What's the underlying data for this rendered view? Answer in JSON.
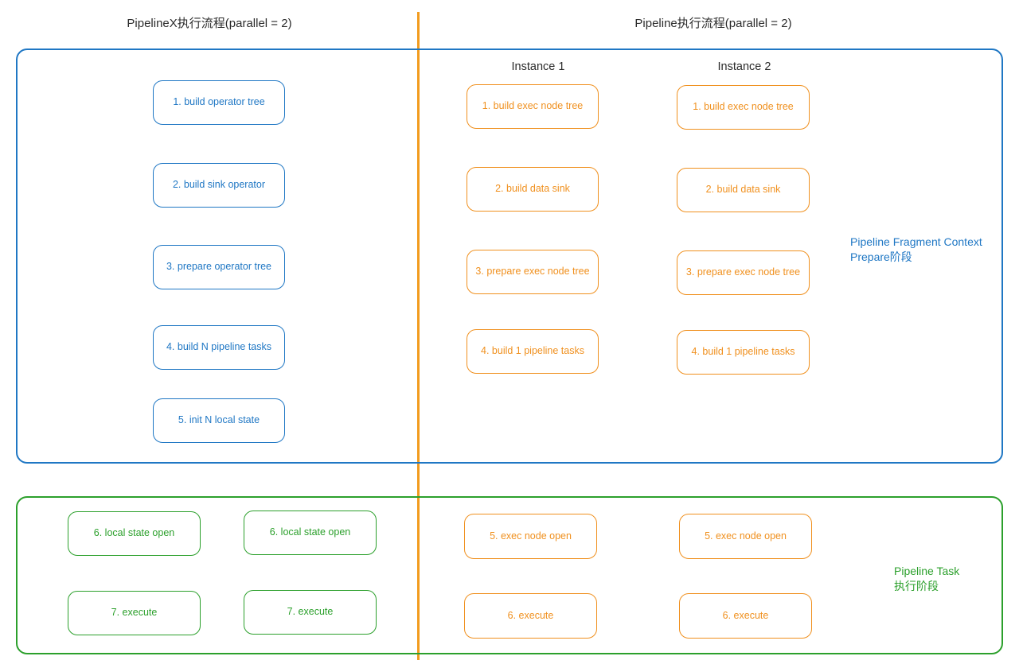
{
  "diagram": {
    "titles": {
      "left": "PipelineX执行流程(parallel = 2)",
      "right": "Pipeline执行流程(parallel = 2)"
    },
    "instance_headers": {
      "instance1": "Instance 1",
      "instance2": "Instance 2"
    },
    "stage_labels": {
      "prepare": "Pipeline Fragment Context\nPrepare阶段",
      "task": "Pipeline Task\n执行阶段"
    },
    "colors": {
      "blue": "#1f77c4",
      "orange": "#f0901e",
      "divider_orange": "#f29c1f",
      "green": "#2ca02c",
      "text": "#2b2b2b",
      "background": "#ffffff"
    },
    "prepare_stage": {
      "pipelinex_steps": [
        "1. build operator tree",
        "2. build sink operator",
        "3. prepare operator tree",
        "4. build N pipeline tasks",
        "5. init N local state"
      ],
      "pipeline_instance1_steps": [
        "1. build exec node tree",
        "2. build data sink",
        "3. prepare exec node tree",
        "4. build 1 pipeline tasks"
      ],
      "pipeline_instance2_steps": [
        "1. build exec node tree",
        "2. build data sink",
        "3. prepare exec node tree",
        "4. build 1 pipeline tasks"
      ]
    },
    "task_stage": {
      "pipelinex_col1_steps": [
        "6. local state open",
        "7. execute"
      ],
      "pipelinex_col2_steps": [
        "6. local state open",
        "7. execute"
      ],
      "pipeline_instance1_steps": [
        "5. exec node open",
        "6. execute"
      ],
      "pipeline_instance2_steps": [
        "5. exec node open",
        "6. execute"
      ]
    }
  }
}
